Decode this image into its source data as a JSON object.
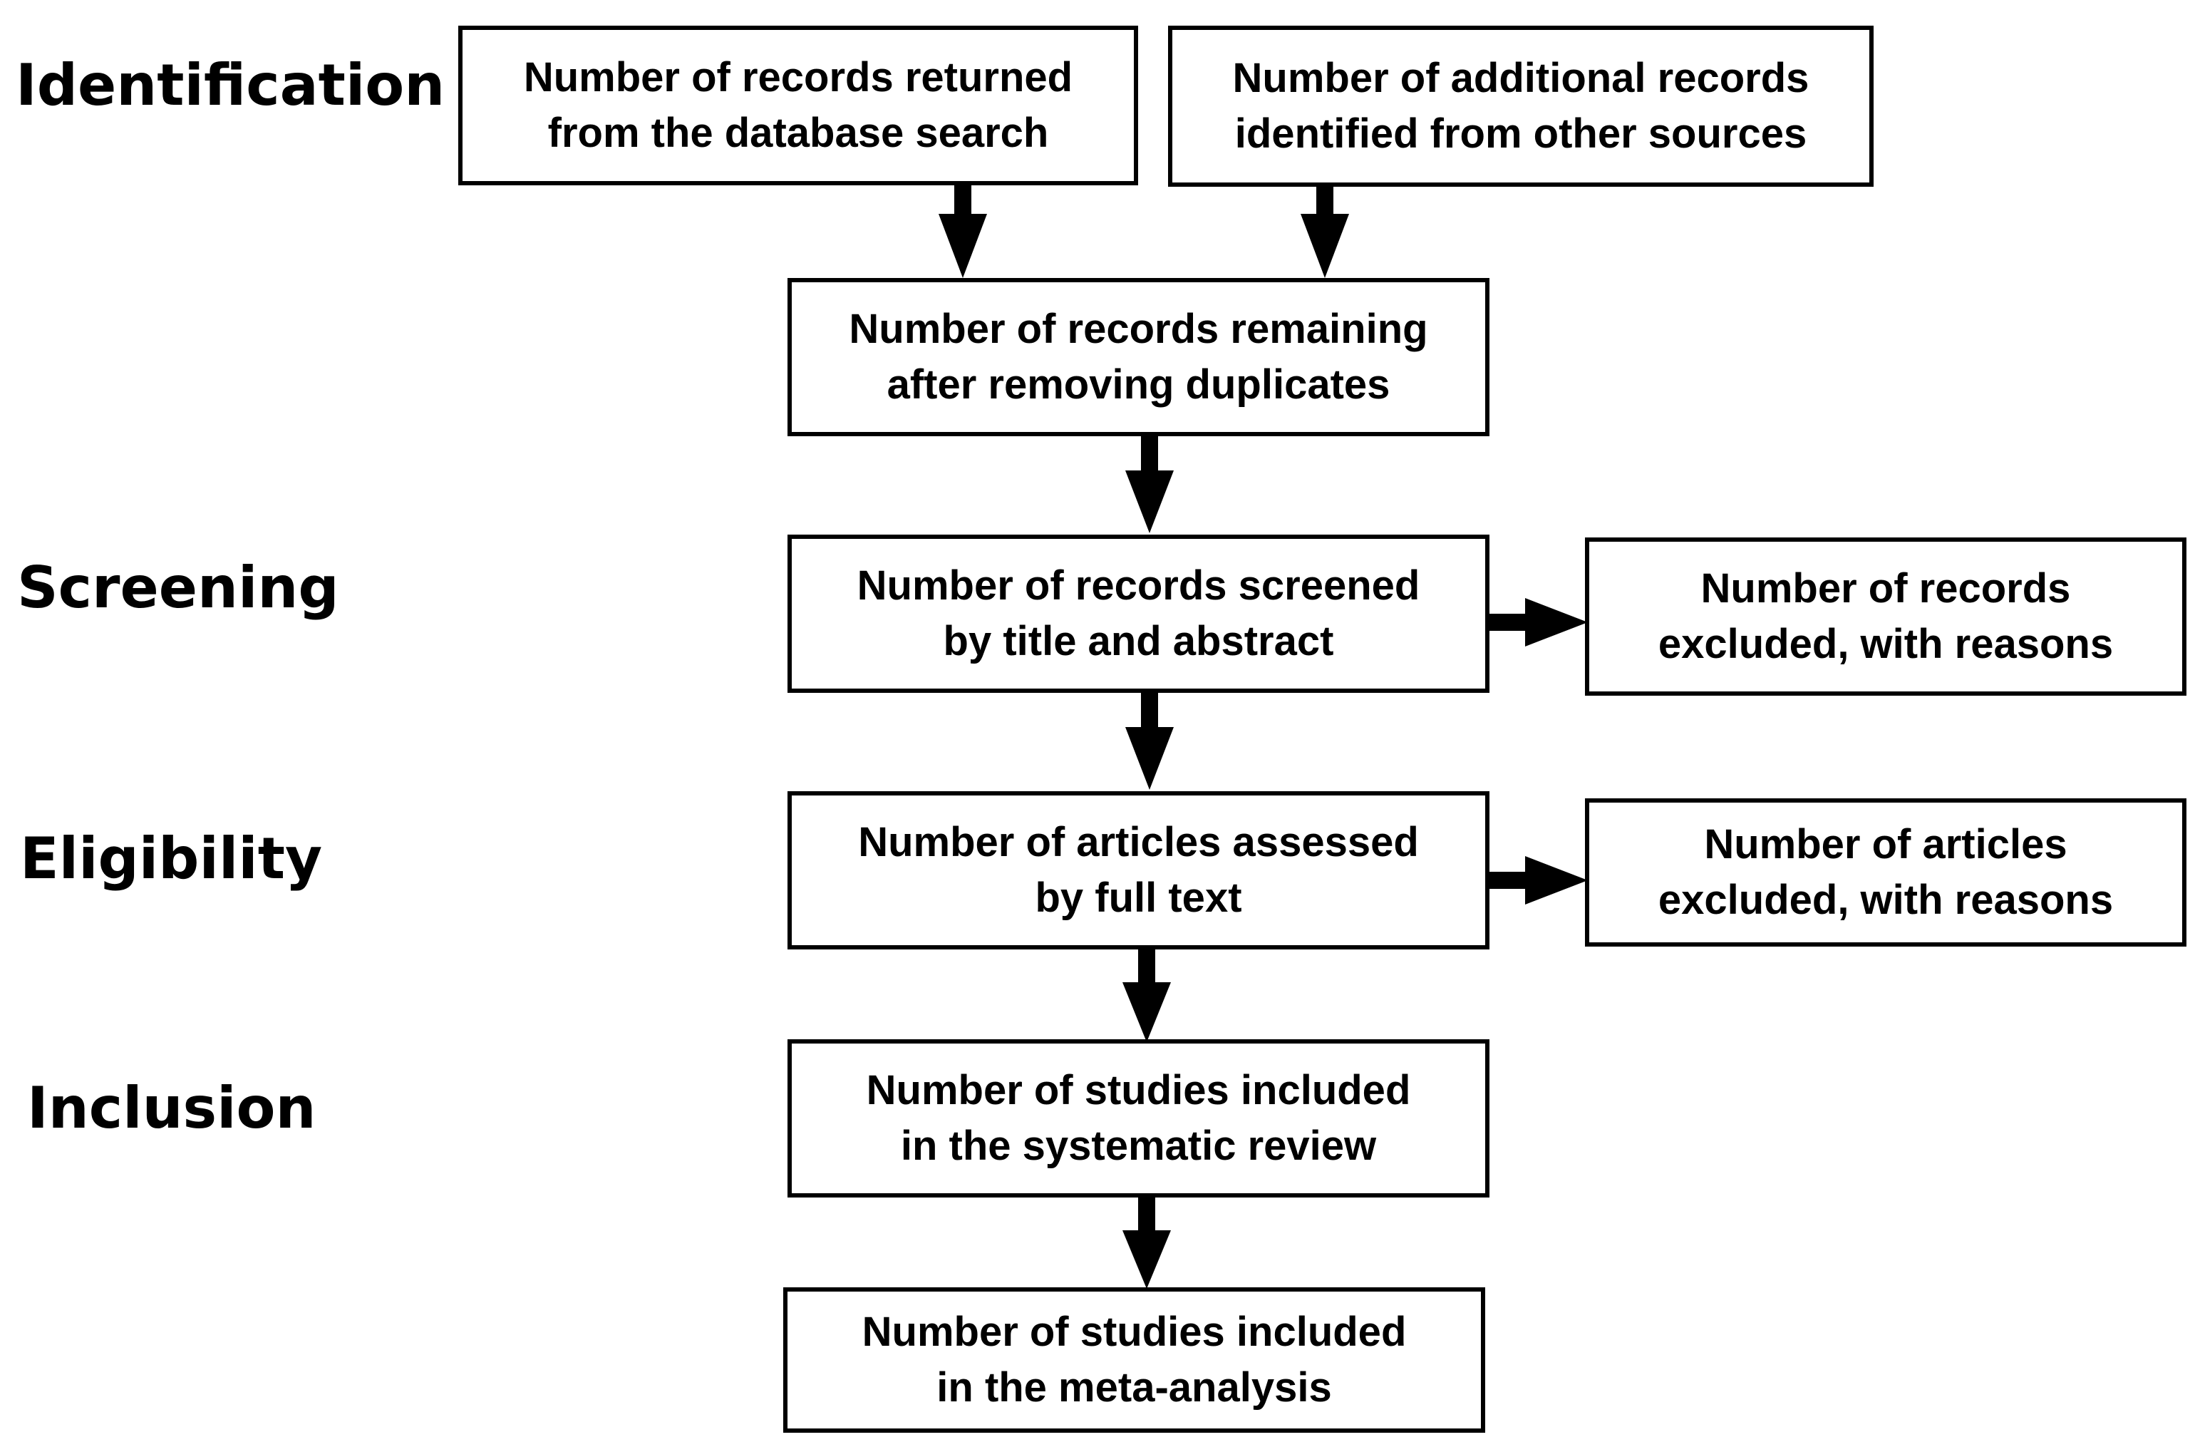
{
  "stages": {
    "identification": "Identification",
    "screening": "Screening",
    "eligibility": "Eligibility",
    "inclusion": "Inclusion"
  },
  "boxes": {
    "database_search": [
      "Number of records returned",
      "from the database search"
    ],
    "other_sources": [
      "Number of additional records",
      "identified from other sources"
    ],
    "after_duplicates": [
      "Number of records remaining",
      "after removing duplicates"
    ],
    "screened": [
      "Number of records screened",
      "by title and abstract"
    ],
    "records_excluded": [
      "Number of records",
      "excluded, with reasons"
    ],
    "full_text": [
      "Number of articles assessed",
      "by full text"
    ],
    "articles_excluded": [
      "Number of articles",
      "excluded, with reasons"
    ],
    "systematic_review": [
      "Number of studies included",
      "in the systematic review"
    ],
    "meta_analysis": [
      "Number of studies included",
      "in the meta-analysis"
    ]
  },
  "colors": {
    "line": "#000000",
    "background": "#ffffff"
  }
}
